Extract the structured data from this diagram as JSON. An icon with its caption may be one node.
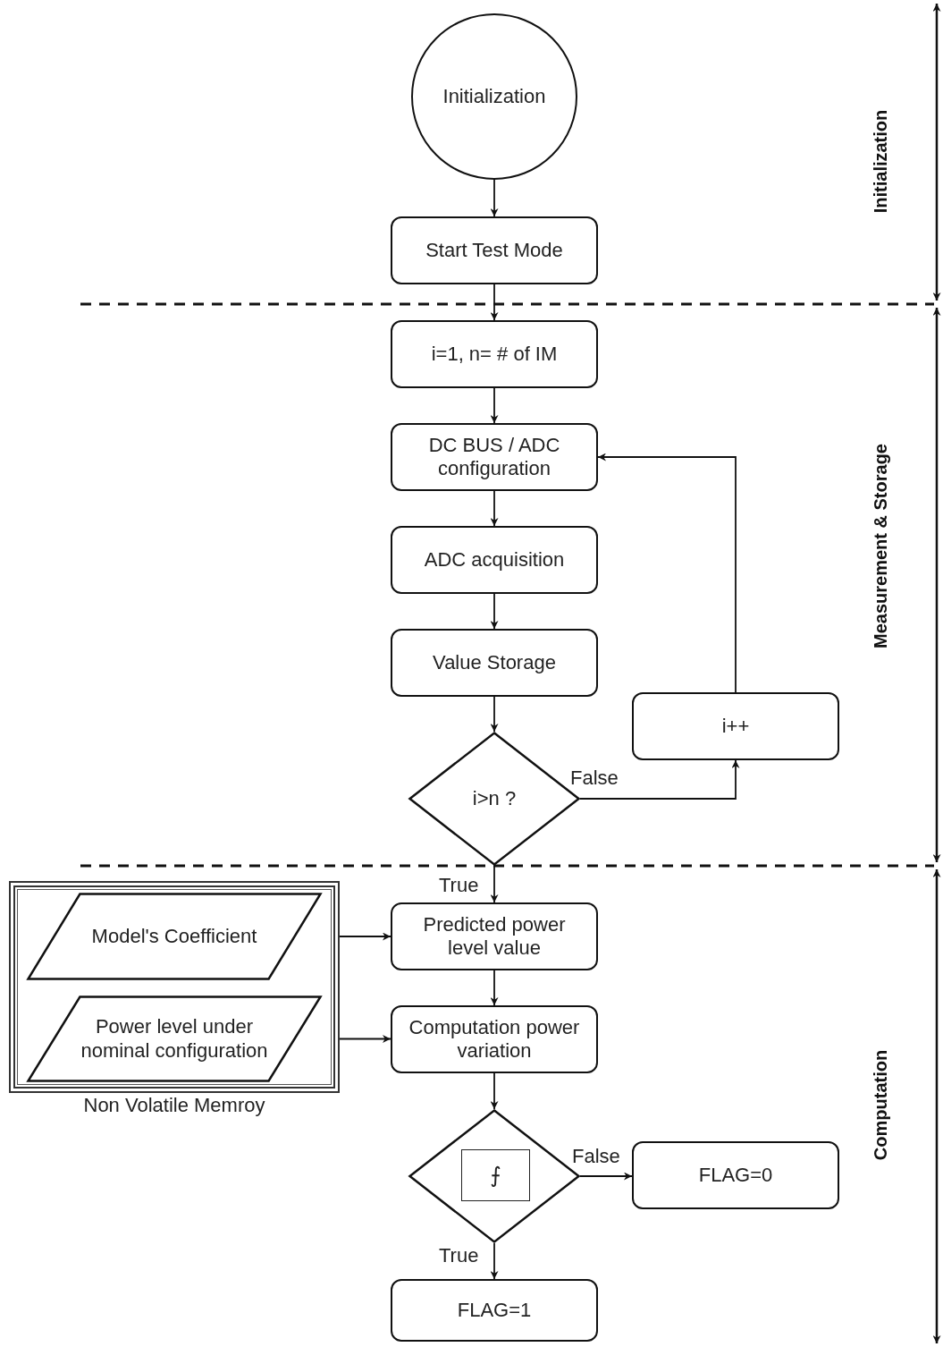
{
  "diagram": {
    "nodes": [
      {
        "text": [
          "Initialization"
        ]
      },
      {
        "text": [
          "Start Test Mode"
        ]
      },
      {
        "text": [
          "i=1, n= # of IM"
        ]
      },
      {
        "text": [
          "DC BUS / ADC configuration"
        ]
      },
      {
        "text": [
          "ADC acquisition"
        ]
      },
      {
        "text": [
          "Value Storage"
        ]
      },
      {
        "text": [
          "i>n ?"
        ]
      },
      {
        "text": [
          "i++"
        ]
      },
      {
        "text": [
          "Non Volatile Memroy"
        ]
      },
      {
        "text": [
          "Model's Coefficient"
        ],
        "in": 8
      },
      {
        "text": [
          "Power level under nominal configuration"
        ],
        "in": 8
      },
      {
        "text": [
          "Predicted power level value"
        ]
      },
      {
        "text": [
          "Computation power variation"
        ]
      },
      {
        "text": [],
        "shape": "diamond"
      },
      {
        "text": [
          "⨍"
        ],
        "in": 13
      },
      {
        "text": [
          "FLAG=0"
        ]
      },
      {
        "text": [
          "FLAG=1"
        ]
      }
    ],
    "edges": [
      {
        "from": 0,
        "to": 1,
        "arrow": "to"
      },
      {
        "from": 1,
        "to": 2,
        "arrow": "to"
      },
      {
        "from": 2,
        "to": 3,
        "arrow": "to"
      },
      {
        "from": 3,
        "to": 4,
        "arrow": "to"
      },
      {
        "from": 4,
        "to": 5,
        "arrow": "to"
      },
      {
        "from": 5,
        "to": 6,
        "arrow": "to"
      },
      {
        "from": 6,
        "to": 7,
        "arrow": "to",
        "label": "False"
      },
      {
        "from": 7,
        "to": 3,
        "arrow": "to"
      },
      {
        "from": 6,
        "to": 11,
        "arrow": "to",
        "label": "True"
      },
      {
        "from": 9,
        "to": 11,
        "arrow": "to"
      },
      {
        "from": 10,
        "to": 12,
        "arrow": "to"
      },
      {
        "from": 11,
        "to": 12,
        "arrow": "to"
      },
      {
        "from": 12,
        "to": 13,
        "arrow": "to"
      },
      {
        "from": 13,
        "to": 15,
        "arrow": "to",
        "label": "False"
      },
      {
        "from": 13,
        "to": 16,
        "arrow": "to",
        "label": "True"
      }
    ],
    "labels": [
      "Initialization",
      "Measurement & Storage",
      "Computation"
    ]
  }
}
